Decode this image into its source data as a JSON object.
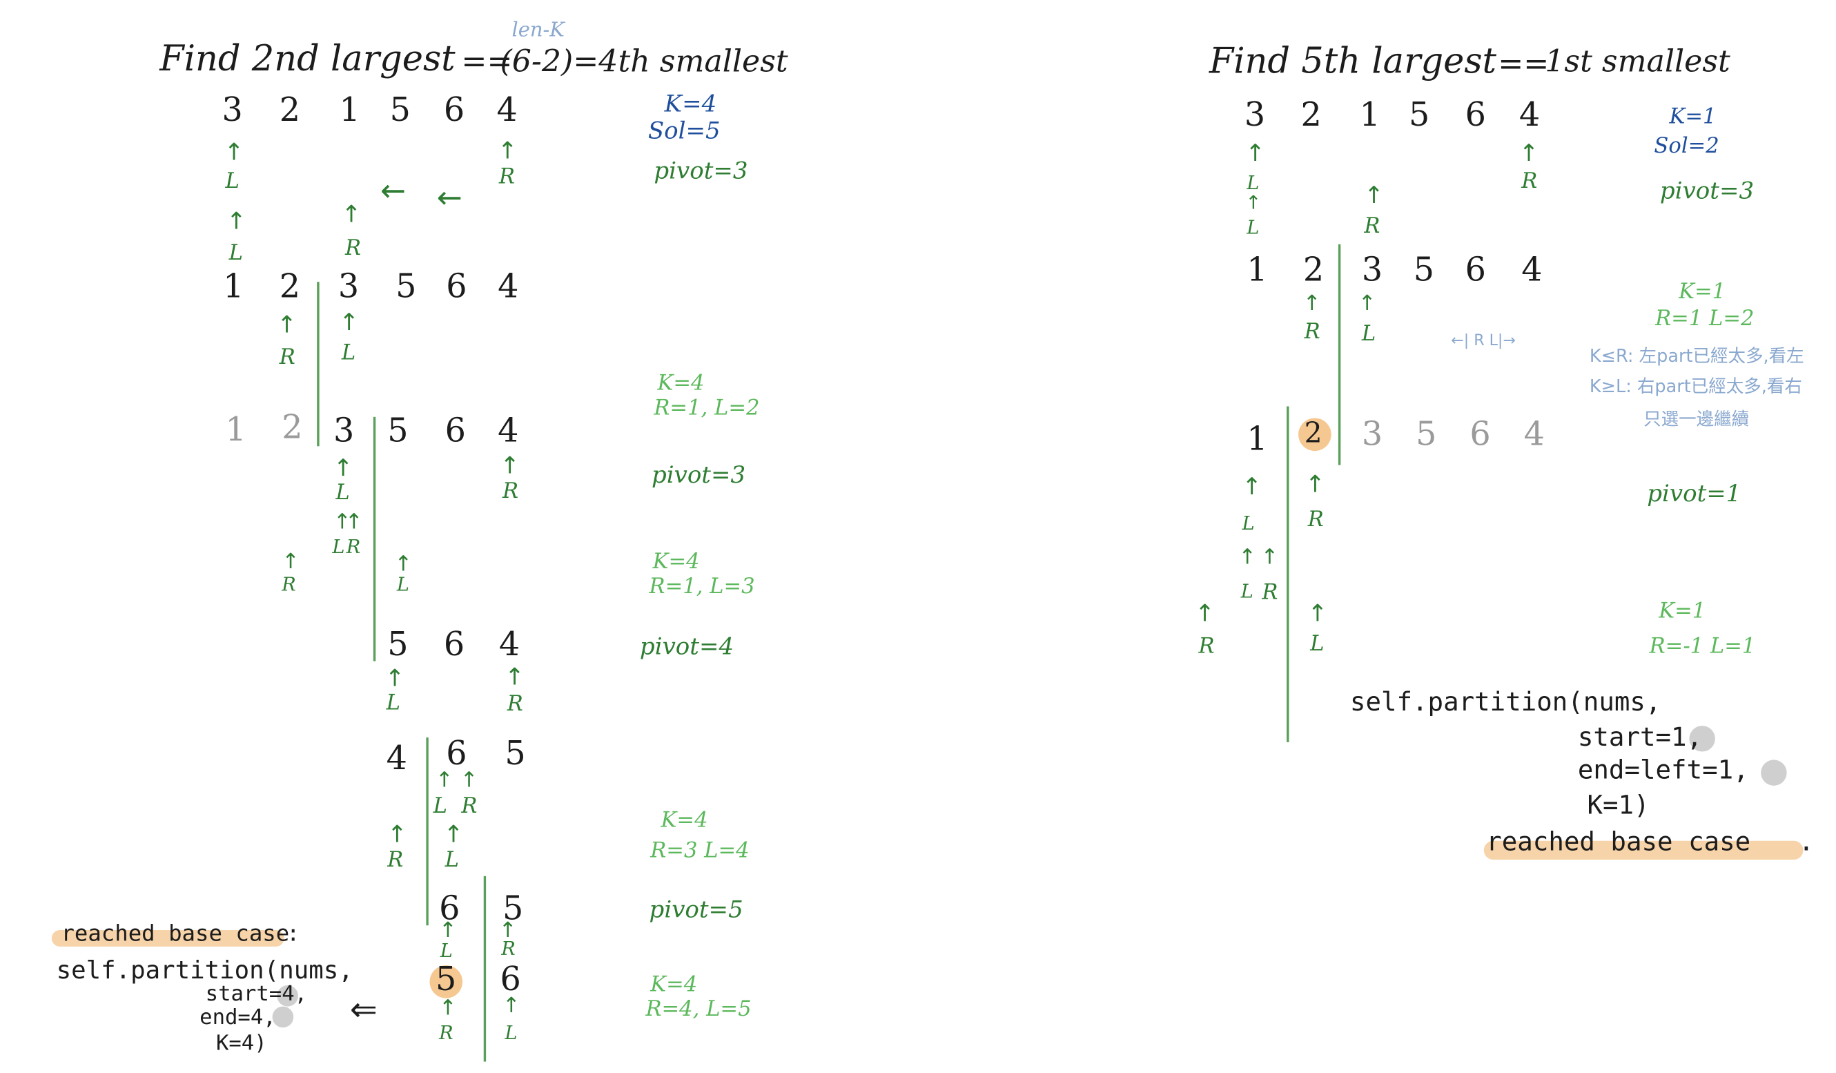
{
  "left": {
    "title_a": "Find 2nd largest",
    "title_eq": "==",
    "title_b": "(6-2)=4th smallest",
    "title_annot": "len-K",
    "info_k": "K=4",
    "info_sol": "Sol=5",
    "steps": [
      {
        "pivot": "pivot=3"
      },
      {
        "k": "K=4",
        "rl": "R=1, L=2",
        "pivot": "pivot=3"
      },
      {
        "k": "K=4",
        "rl": "R=1, L=3",
        "pivot": "pivot=4"
      },
      {
        "k": "K=4",
        "rl": "R=3  L=4",
        "pivot": "pivot=5"
      },
      {
        "k": "K=4",
        "rl": "R=4, L=5"
      }
    ],
    "row1": [
      "3",
      "2",
      "1",
      "5",
      "6",
      "4"
    ],
    "row2": [
      "1",
      "2",
      "3",
      "5",
      "6",
      "4"
    ],
    "row3_gray": [
      "1",
      "2"
    ],
    "row3": [
      "3",
      "5",
      "6",
      "4"
    ],
    "row4": [
      "5",
      "6",
      "4"
    ],
    "row5": [
      "4",
      "6",
      "5"
    ],
    "row6": [
      "6",
      "5"
    ],
    "row7": [
      "5",
      "6"
    ],
    "base_case_label": "reached base case",
    "base_case_colon": ":",
    "code": [
      "self.partition(nums,",
      "start=4,",
      "end=4,",
      "K=4)"
    ],
    "arrow_left": "⇐"
  },
  "right": {
    "title_a": "Find 5th largest",
    "title_eq": "==",
    "title_b": "1st smallest",
    "info_k": "K=1",
    "info_sol": "Sol=2",
    "pivot1": "pivot=3",
    "k2": "K=1",
    "rl2": "R=1   L=2",
    "note_scribble": "←| R L|→",
    "note_line1": "K≤R: 左part已經太多,看左",
    "note_line2": "K≥L: 右part已經太多,看右",
    "note_line3": "只選一邊繼續",
    "pivot2": "pivot=1",
    "k3": "K=1",
    "rl3": "R=-1  L=1",
    "row1": [
      "3",
      "2",
      "1",
      "5",
      "6",
      "4"
    ],
    "row2": [
      "1",
      "2",
      "3",
      "5",
      "6",
      "4"
    ],
    "row3_one": "1",
    "row3_two": "2",
    "row3_gray": [
      "3",
      "5",
      "6",
      "4"
    ],
    "code": [
      "self.partition(nums,",
      "start=1,",
      "end=left=1,",
      "K=1)"
    ],
    "base_case_label": "reached base case",
    "base_case_dot": "."
  },
  "markers": {
    "L": "L",
    "R": "R",
    "up": "↑",
    "left_arrow": "←"
  },
  "colors": {
    "green": "#2e7d32",
    "light_green": "#5cb85c",
    "blue": "#1f4f9c",
    "highlight": "#f6d3a8"
  }
}
